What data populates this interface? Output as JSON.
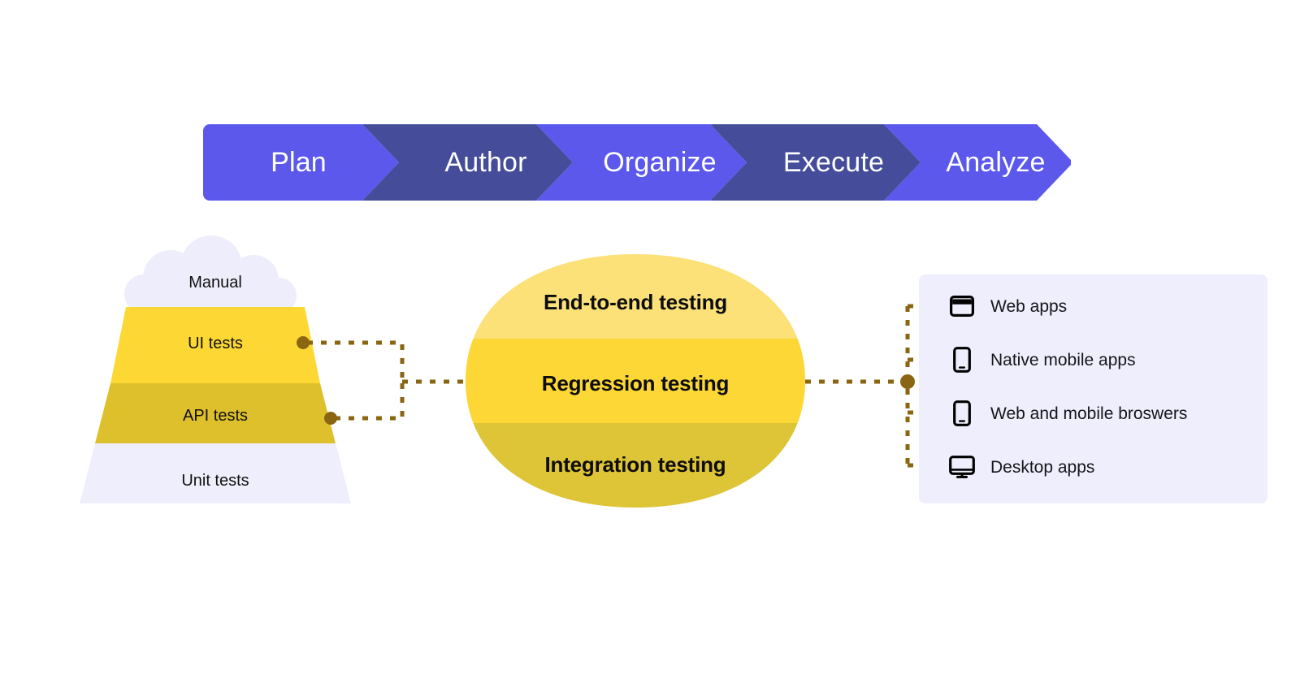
{
  "process_banner": {
    "stages": [
      {
        "label": "Plan",
        "color": "#5B58EB"
      },
      {
        "label": "Author",
        "color": "#454D9B"
      },
      {
        "label": "Organize",
        "color": "#5B58EB"
      },
      {
        "label": "Execute",
        "color": "#454D9B"
      },
      {
        "label": "Analyze",
        "color": "#5B58EB"
      }
    ]
  },
  "pyramid": {
    "cloud_label": "Manual",
    "layers": [
      {
        "label": "UI tests",
        "color": "#FDD835"
      },
      {
        "label": "API tests",
        "color": "#DEC02D"
      },
      {
        "label": "Unit tests",
        "color": "#EFEEFC"
      }
    ],
    "cloud_color": "#EEEDFB"
  },
  "barrel": {
    "bands": [
      {
        "label": "End-to-end testing",
        "color": "#FBE177"
      },
      {
        "label": "Regression testing",
        "color": "#FCD736"
      },
      {
        "label": "Integration testing",
        "color": "#DEC437"
      }
    ]
  },
  "targets": {
    "panel_color": "#EFEEFC",
    "items": [
      {
        "icon": "browser-window-icon",
        "label": "Web apps"
      },
      {
        "icon": "mobile-phone-icon",
        "label": "Native mobile apps"
      },
      {
        "icon": "mobile-phone-icon",
        "label": "Web and mobile broswers"
      },
      {
        "icon": "desktop-monitor-icon",
        "label": "Desktop apps"
      }
    ]
  },
  "connectors": {
    "color": "#8A6512",
    "style": "dotted"
  }
}
